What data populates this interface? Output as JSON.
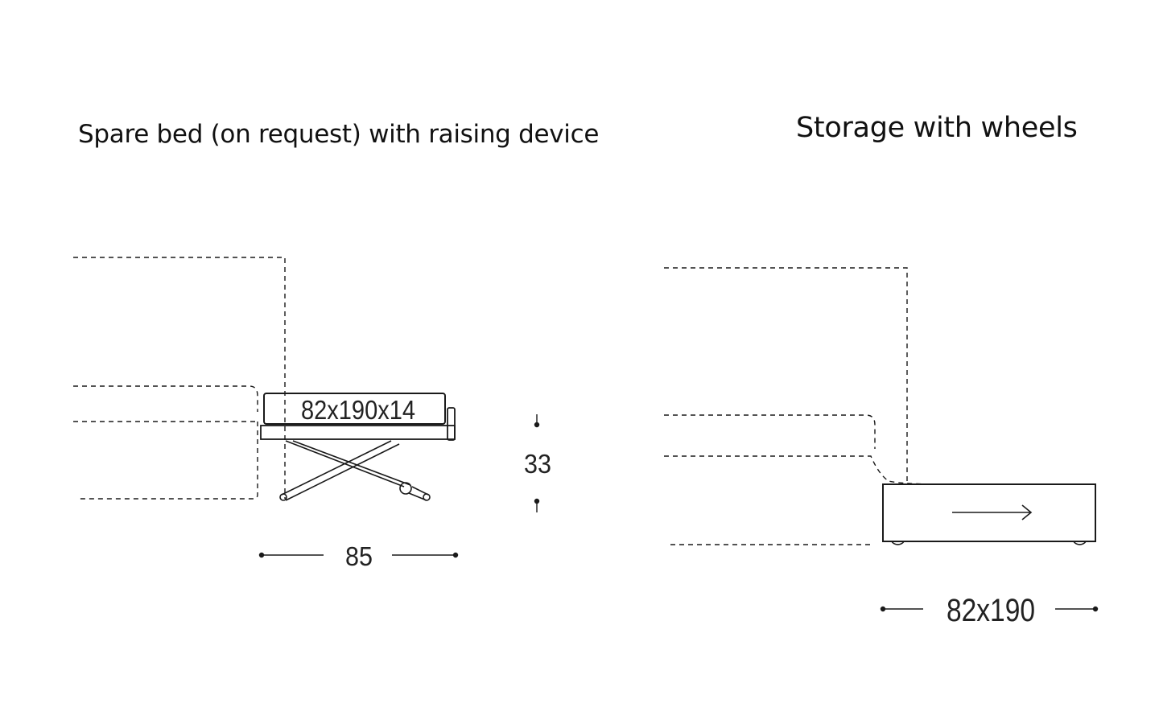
{
  "titles": {
    "spare_bed": "Spare bed (on request) with raising device",
    "storage": "Storage with wheels"
  },
  "spare_bed": {
    "mattress_label": "82x190x14",
    "height_label": "33",
    "width_label": "85"
  },
  "storage": {
    "width_label": "82x190"
  },
  "colors": {
    "line": "#1a1a1a",
    "text": "#111111"
  }
}
